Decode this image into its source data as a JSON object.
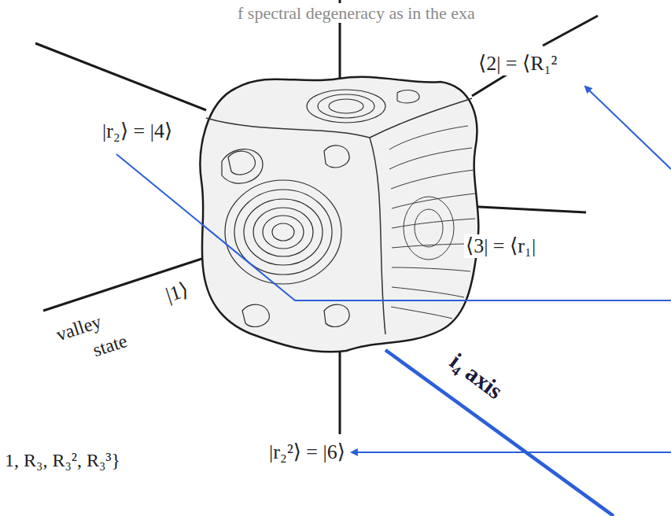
{
  "diagram": {
    "labels": [
      "f spectral degeneracy as in the exa",
      "⟨2| = ⟨R₁²",
      "|r₂⟩ = |4⟩",
      "⟨3| = ⟨r₁|",
      "valley",
      "state",
      "|1⟩",
      "1, R₃, R₃², R₃³}",
      "i₄ axis",
      "|r₂²⟩ = |6⟩"
    ]
  }
}
